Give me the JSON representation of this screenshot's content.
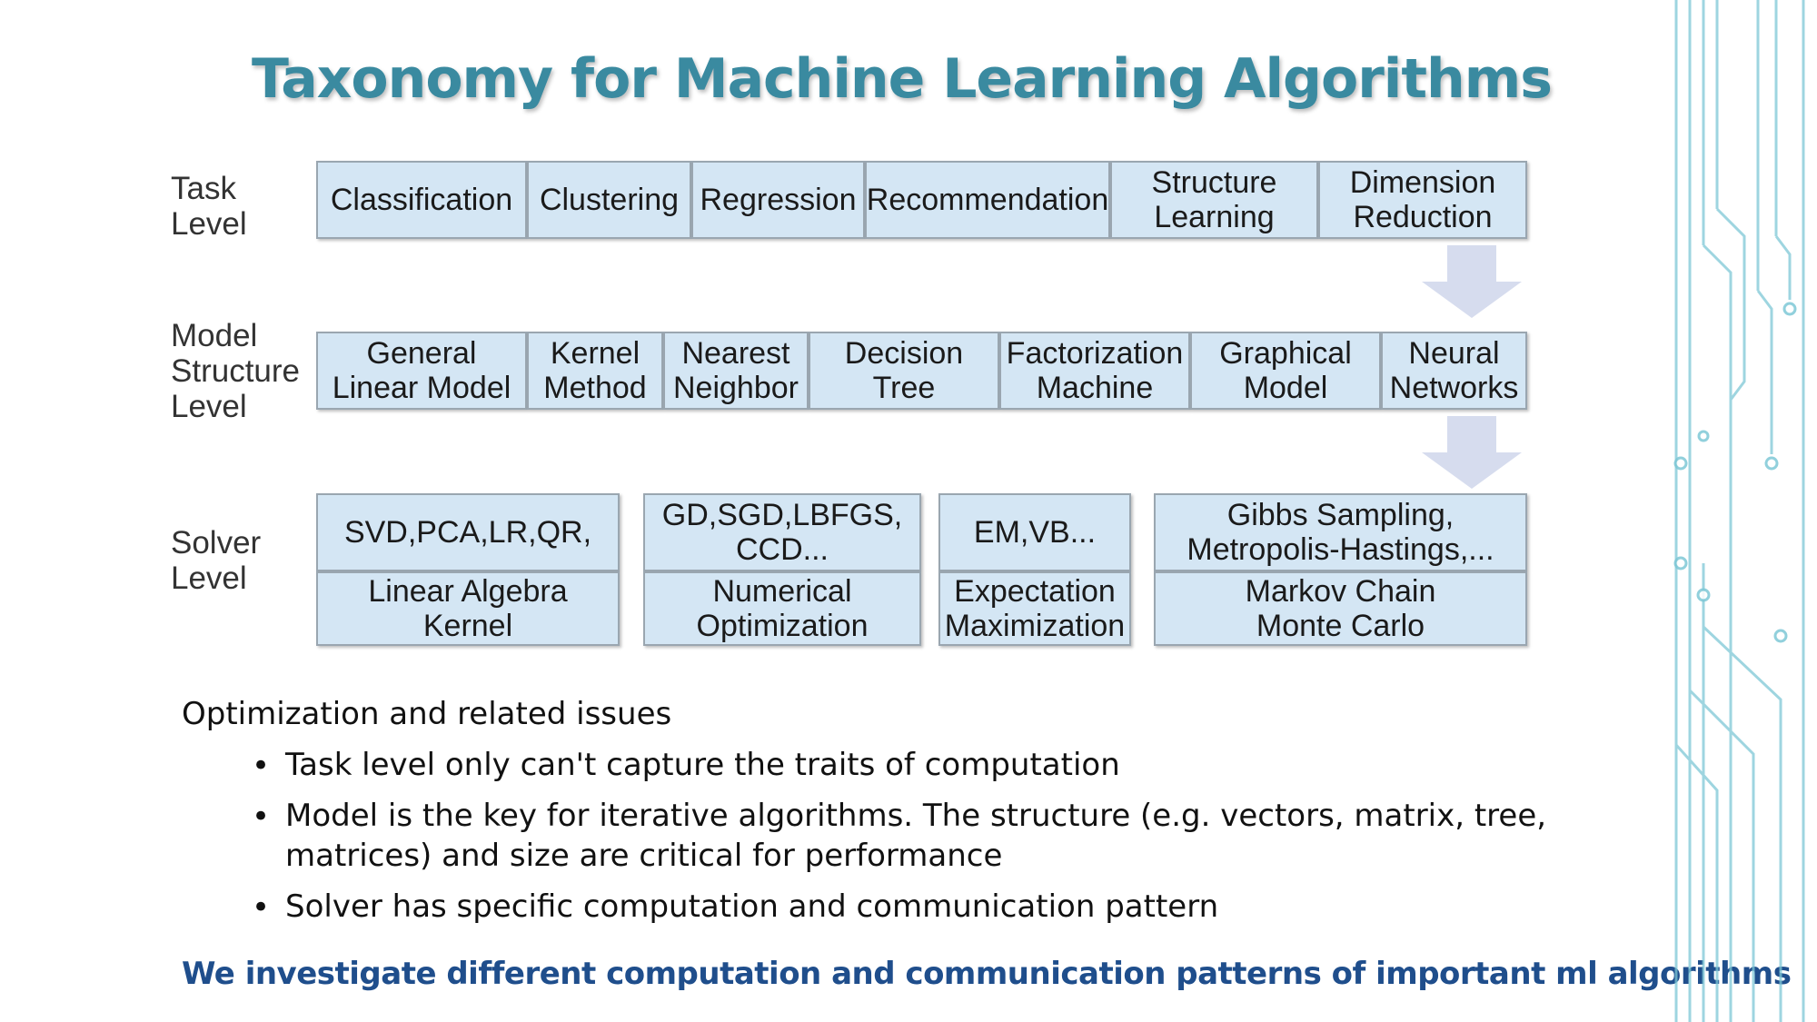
{
  "slide": {
    "title": "Taxonomy for Machine Learning Algorithms"
  },
  "levels": {
    "task": [
      "Task",
      "Level"
    ],
    "model": [
      "Model",
      "Structure",
      "Level"
    ],
    "solver": [
      "Solver",
      "Level"
    ]
  },
  "task_boxes": [
    [
      "Classification"
    ],
    [
      "Clustering"
    ],
    [
      "Regression"
    ],
    [
      "Recommendation"
    ],
    [
      "Structure",
      "Learning"
    ],
    [
      "Dimension",
      "Reduction"
    ]
  ],
  "model_boxes": [
    [
      "General",
      "Linear Model"
    ],
    [
      "Kernel",
      "Method"
    ],
    [
      "Nearest",
      "Neighbor"
    ],
    [
      "Decision",
      "Tree"
    ],
    [
      "Factorization",
      "Machine"
    ],
    [
      "Graphical",
      "Model"
    ],
    [
      "Neural",
      "Networks"
    ]
  ],
  "solver_groups": [
    {
      "top": [
        "SVD,PCA,LR,QR,"
      ],
      "bottom": [
        "Linear Algebra",
        "Kernel"
      ]
    },
    {
      "top": [
        "GD,SGD,LBFGS,",
        "CCD..."
      ],
      "bottom": [
        "Numerical",
        "Optimization"
      ]
    },
    {
      "top": [
        "EM,VB..."
      ],
      "bottom": [
        "Expectation",
        "Maximization"
      ]
    },
    {
      "top": [
        "Gibbs Sampling,",
        "Metropolis-Hastings,..."
      ],
      "bottom": [
        "Markov Chain",
        "Monte Carlo"
      ]
    }
  ],
  "notes": {
    "heading": "Optimization and related issues",
    "bullets": [
      "Task level only can't capture the traits of  computation",
      "Model is the key for iterative algorithms. The structure (e.g. vectors, matrix, tree,",
      "matrices) and size are critical for performance",
      "Solver has specific computation and communication pattern"
    ],
    "bullet_symbol": "•"
  },
  "footer": {
    "highlight": "We investigate different computation and communication patterns  of important ml algorithms"
  },
  "colors": {
    "title": "#3a8aa0",
    "box_fill": "#d4e6f4",
    "arrow": "#d6dcee",
    "highlight": "#1f4e8c",
    "circuit": "#7ec8d6"
  }
}
